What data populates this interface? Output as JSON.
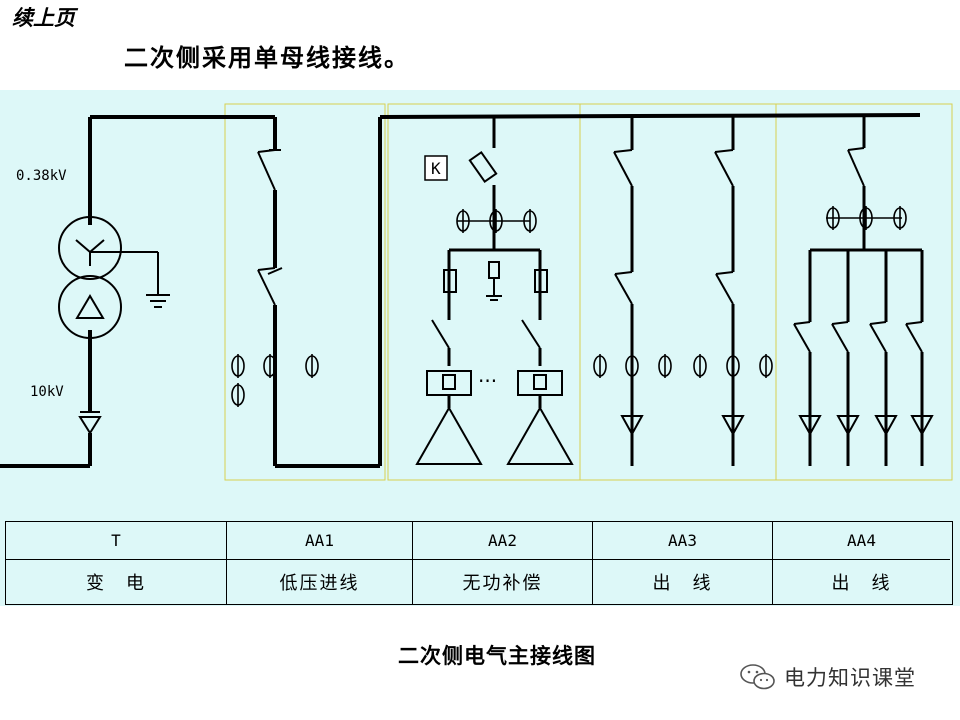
{
  "header": {
    "continued": "续上页",
    "title": "二次侧采用单母线接线。"
  },
  "diagram": {
    "voltage_low": "0.38kV",
    "voltage_high": "10kV",
    "k_label": "K",
    "ellipsis": "···"
  },
  "table": {
    "codes": [
      "T",
      "AA1",
      "AA2",
      "AA3",
      "AA4"
    ],
    "names": [
      "变　电",
      "低压进线",
      "无功补偿",
      "出　线",
      "出　线"
    ]
  },
  "caption": "二次侧电气主接线图",
  "watermark": {
    "brand": "电力知识课堂"
  },
  "colors": {
    "panel": "#ddf8f8",
    "cabinet_border": "#d8d050",
    "line": "#000000"
  }
}
